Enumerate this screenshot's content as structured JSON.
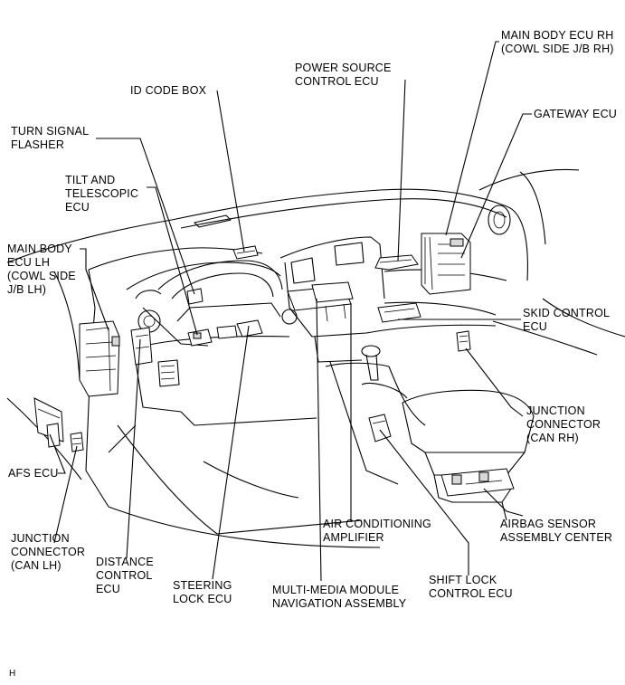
{
  "labels": {
    "main_body_ecu_rh": "MAIN BODY ECU RH\n(COWL SIDE J/B RH)",
    "power_source_control_ecu": "POWER SOURCE\nCONTROL ECU",
    "id_code_box": "ID CODE BOX",
    "gateway_ecu": "GATEWAY ECU",
    "turn_signal_flasher": "TURN SIGNAL\nFLASHER",
    "tilt_and_telescopic_ecu": "TILT AND\nTELESCOPIC\nECU",
    "main_body_ecu_lh": "MAIN BODY\nECU LH\n(COWL SIDE\nJ/B LH)",
    "skid_control_ecu": "SKID CONTROL\nECU",
    "junction_connector_can_rh": "JUNCTION\nCONNECTOR\n(CAN RH)",
    "afs_ecu": "AFS ECU",
    "junction_connector_can_lh": "JUNCTION\nCONNECTOR\n(CAN LH)",
    "distance_control_ecu": "DISTANCE\nCONTROL\nECU",
    "air_conditioning_amplifier": "AIR CONDITIONING\nAMPLIFIER",
    "airbag_sensor_assembly_center": "AIRBAG SENSOR\nASSEMBLY CENTER",
    "steering_lock_ecu": "STEERING\nLOCK ECU",
    "multi_media_module": "MULTI-MEDIA MODULE\nNAVIGATION ASSEMBLY",
    "shift_lock_control_ecu": "SHIFT LOCK\nCONTROL ECU",
    "corner_mark": "H"
  }
}
